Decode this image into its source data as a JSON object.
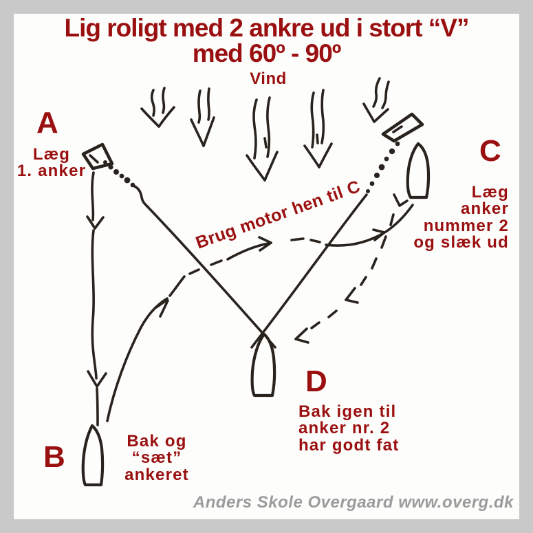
{
  "title": {
    "line1": "Lig roligt med 2 ankre ud i stort “V”",
    "line2": "med 60º - 90º"
  },
  "wind": {
    "label": "Vind"
  },
  "steps": {
    "a": {
      "letter": "A",
      "lines": [
        "Læg",
        "1. anker"
      ]
    },
    "b": {
      "letter": "B",
      "lines": [
        "Bak og",
        "“sæt”",
        "ankeret"
      ]
    },
    "c": {
      "letter": "C",
      "lines": [
        "Læg",
        "anker",
        "nummer 2",
        "og slæk ud"
      ]
    },
    "d": {
      "letter": "D",
      "lines": [
        "Bak igen til",
        "anker nr. 2",
        "har godt fat"
      ]
    }
  },
  "annotations": {
    "motor_note": "Brug motor hen til C"
  },
  "footer": {
    "credit": "Anders Skole Overgaard www.overg.dk"
  },
  "colors": {
    "accent_red": "#9a0f0f",
    "ink": "#29231d",
    "frame_gray": "#c9c9c9",
    "canvas_white": "#fdfdfc",
    "credit_gray": "#9b9b9b"
  }
}
